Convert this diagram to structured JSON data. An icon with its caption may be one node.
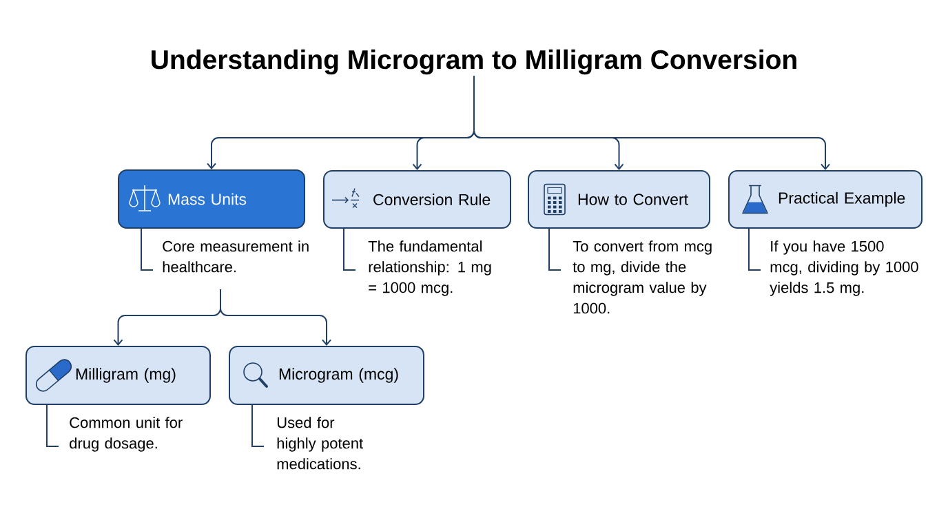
{
  "diagram": {
    "nodes": [
      {
        "text": [
          "Understanding Microgram to Milligram Conversion"
        ]
      },
      {
        "text": [
          "Mass Units"
        ],
        "beside": [
          "Core measurement in healthcare."
        ]
      },
      {
        "text": [
          "Conversion Rule"
        ],
        "beside": [
          "The fundamental relationship: 1 mg = 1000 mcg."
        ]
      },
      {
        "text": [
          "How to Convert"
        ],
        "beside": [
          "To convert from mcg to mg, divide the microgram value by 1000."
        ]
      },
      {
        "text": [
          "Practical Example"
        ],
        "beside": [
          "If you have 1500 mcg, dividing by 1000 yields 1.5 mg."
        ]
      },
      {
        "text": [
          "Milligram (mg)"
        ],
        "beside": [
          "Common unit for drug dosage."
        ]
      },
      {
        "text": [
          "Microgram (mcg)"
        ],
        "beside": [
          "Used for highly potent medications."
        ]
      }
    ],
    "edges": [
      {
        "from": 0,
        "to": 1,
        "arrow": "to"
      },
      {
        "from": 0,
        "to": 2,
        "arrow": "to"
      },
      {
        "from": 0,
        "to": 3,
        "arrow": "to"
      },
      {
        "from": 0,
        "to": 4,
        "arrow": "to"
      },
      {
        "from": 1,
        "to": 5,
        "arrow": "to"
      },
      {
        "from": 1,
        "to": 6,
        "arrow": "to"
      }
    ]
  }
}
